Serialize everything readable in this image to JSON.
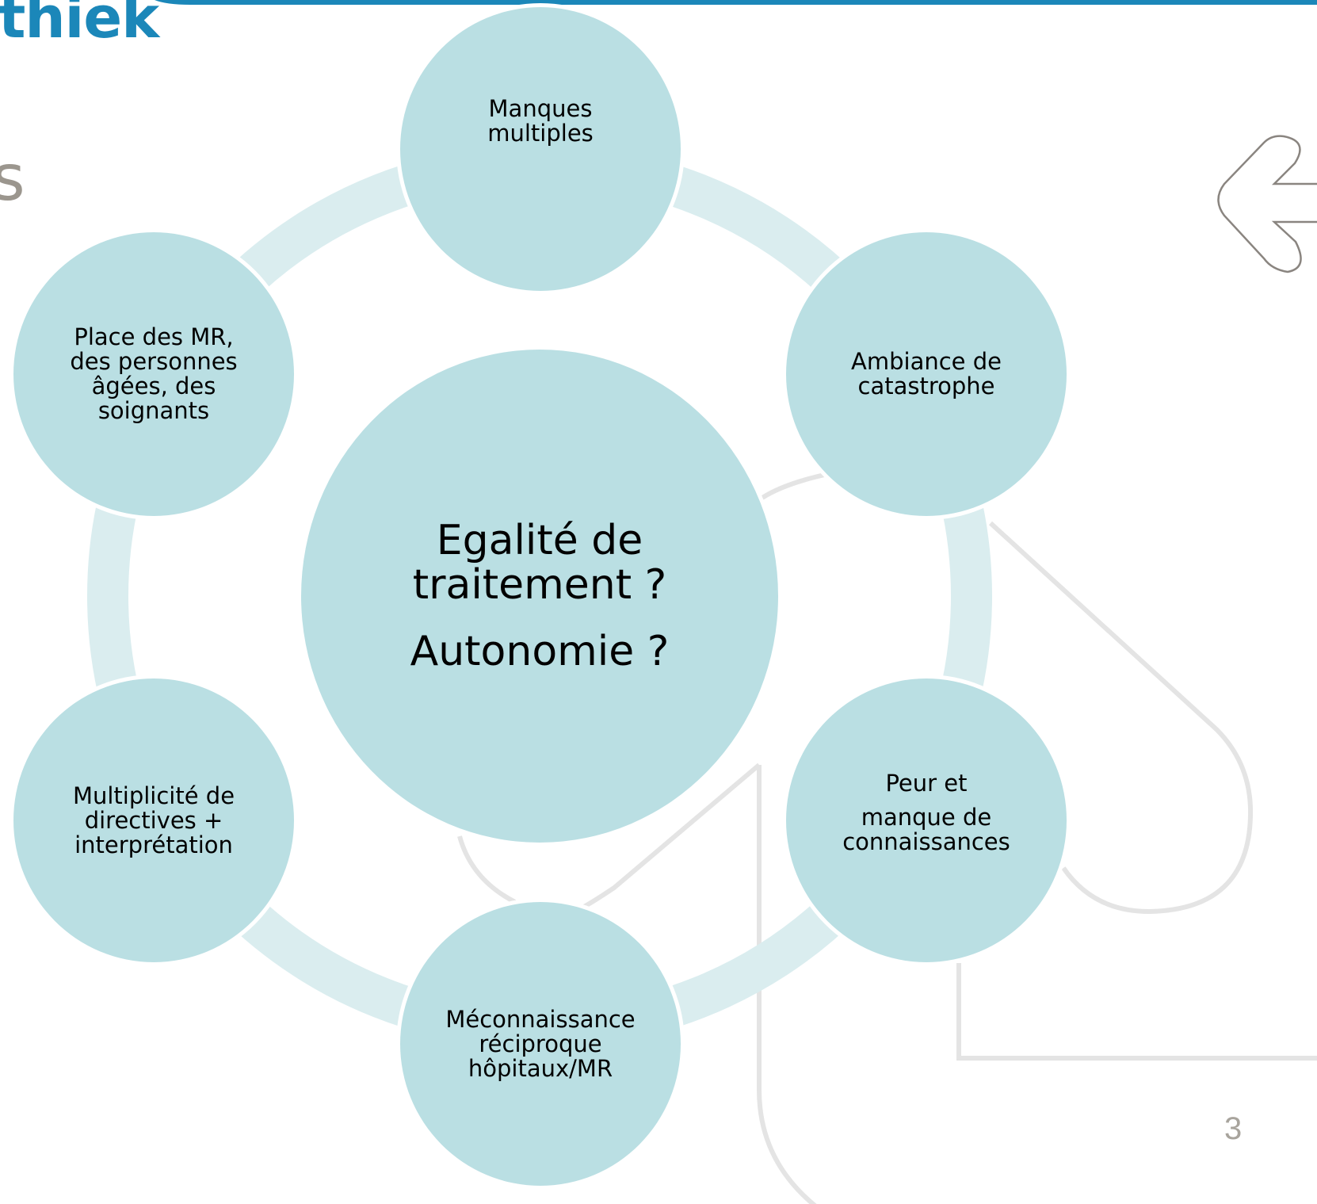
{
  "header": {
    "logo_text": "thiek",
    "title_fragment": "s",
    "accent_color": "#1b87b9"
  },
  "diagram": {
    "center": {
      "line1": "Egalité de",
      "line2": "traitement ?",
      "line3": "Autonomie ?"
    },
    "nodes": [
      {
        "id": "manques",
        "lines": [
          "Manques",
          "multiples"
        ]
      },
      {
        "id": "ambiance",
        "lines": [
          "Ambiance de",
          "catastrophe"
        ]
      },
      {
        "id": "peur",
        "lines": [
          "Peur et",
          "manque de",
          "connaissances"
        ]
      },
      {
        "id": "meconnaissance",
        "lines": [
          "Méconnaissance",
          "réciproque",
          "hôpitaux/MR"
        ]
      },
      {
        "id": "multiplicite",
        "lines": [
          "Multiplicité de",
          "directives +",
          "interprétation"
        ]
      },
      {
        "id": "place",
        "lines": [
          "Place des MR,",
          "des personnes",
          "âgées, des",
          "soignants"
        ]
      }
    ],
    "node_color": "#badfe3",
    "ring_color": "#daedef"
  },
  "footer": {
    "slide_number": "3"
  },
  "decor": {
    "arrow_icon": "arrow-left-icon",
    "outline_color": "#e4e4e4"
  }
}
